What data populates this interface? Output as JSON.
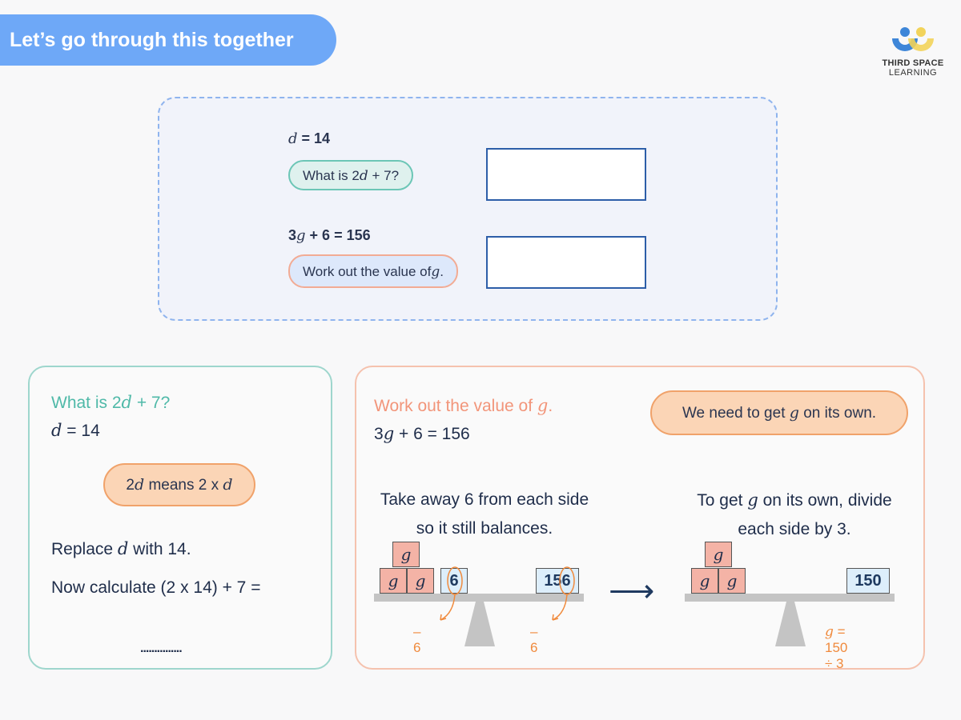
{
  "banner": {
    "title": "Let’s go through this together"
  },
  "logo": {
    "line1": "THIRD SPACE",
    "line2": "LEARNING"
  },
  "questions": [
    {
      "given_var": "d",
      "given_rest": " = 14",
      "prompt_pre": "What is 2",
      "prompt_var": "d",
      "prompt_post": " + 7?"
    },
    {
      "given_pre": "3",
      "given_var": "g",
      "given_rest": " + 6 = 156",
      "prompt_pre": "Work out the value of",
      "prompt_var": "g",
      "prompt_post": "."
    }
  ],
  "left_card": {
    "title_pre": "What is 2",
    "title_var": "d",
    "title_post": " + 7?",
    "given_var": "d",
    "given_rest": " = 14",
    "hint_pre": "2",
    "hint_var": "d",
    "hint_mid": " means 2 x ",
    "hint_var2": "d",
    "replace_pre": "Replace ",
    "replace_var": "d",
    "replace_post": " with 14.",
    "calc": "Now calculate (2 x 14) + 7 =",
    "blank": "..............."
  },
  "right_card": {
    "title_pre": "Work out the value of ",
    "title_var": "g",
    "title_post": ".",
    "eq_pre": "3",
    "eq_var": "g",
    "eq_post": " + 6 = 156",
    "hint_pre": "We need to get ",
    "hint_var": "g",
    "hint_post": " on its own.",
    "step1_l1": "Take away 6 from each side",
    "step1_l2": "so it still balances.",
    "step2_pre": "To get ",
    "step2_var": "g",
    "step2_post": " on its own, divide",
    "step2_l2": "each side by 3.",
    "block_var": "g",
    "left_num": "6",
    "right_num": "156",
    "minus": "– 6",
    "result_num": "150",
    "result_var": "g",
    "result_eq": " = 150 ÷ 3",
    "arrow": "⟶"
  },
  "colors": {
    "banner": "#6ea8f7",
    "teal": "#5cc0b0",
    "orange": "#f08a3c",
    "coral_block": "#f4b3a6",
    "answer_border": "#2d5ea8"
  }
}
